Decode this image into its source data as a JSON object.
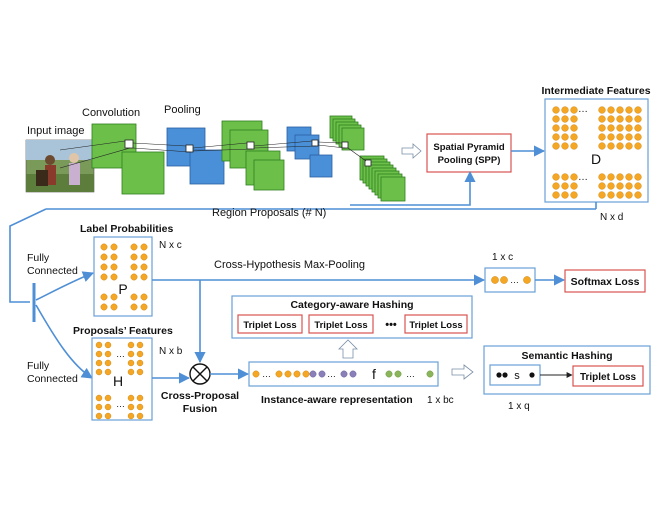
{
  "labels": {
    "input_image": "Input image",
    "convolution": "Convolution",
    "pooling": "Pooling",
    "spp_line1": "Spatial Pyramid",
    "spp_line2": "Pooling (SPP)",
    "intermediate_features": "Intermediate Features",
    "intermediate_symbol": "D",
    "intermediate_dims": "N x d",
    "region_proposals": "Region Proposals (# N)",
    "label_probabilities": "Label  Probabilities",
    "label_dims": "N x c",
    "label_symbol": "P",
    "fully_connected_1a": "Fully",
    "fully_connected_1b": "Connected",
    "fully_connected_2a": "Fully",
    "fully_connected_2b": "Connected",
    "cross_hypothesis": "Cross-Hypothesis Max-Pooling",
    "one_by_c": "1 x c",
    "softmax_loss": "Softmax Loss",
    "proposals_features": "Proposals’ Features",
    "proposals_dims": "N x b",
    "proposals_symbol": "H",
    "category_hashing": "Category-aware Hashing",
    "triplet_loss_1": "Triplet Loss",
    "triplet_loss_2": "Triplet Loss",
    "triplet_dots": "•••",
    "triplet_loss_3": "Triplet Loss",
    "cross_proposal_1": "Cross-Proposal",
    "cross_proposal_2": "Fusion",
    "instance_symbol": "f",
    "instance_label": "Instance-aware representation",
    "instance_dims": "1 x bc",
    "semantic_hashing": "Semantic Hashing",
    "semantic_symbol": "s",
    "semantic_triplet": "Triplet Loss",
    "semantic_dims": "1 x q",
    "ellipsis": "…"
  },
  "colors": {
    "arrow": "#4f8fd6",
    "feature_map_green": "#6cc04a",
    "feature_map_blue": "#4a90d9",
    "node_orange": "#f5a623",
    "node_purple": "#8a7fb8",
    "node_green": "#8ab55a",
    "loss_border": "#d9534f"
  },
  "icons": {
    "fusion": "circled-times-icon",
    "input_image": "photo-thumbnail"
  }
}
